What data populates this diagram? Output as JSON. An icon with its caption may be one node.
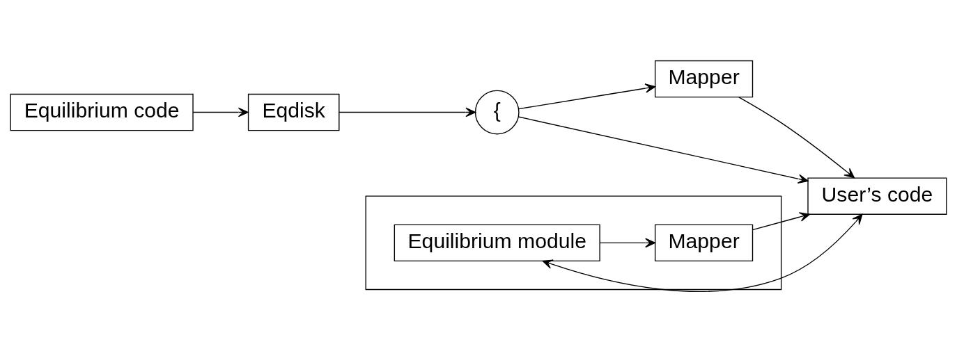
{
  "diagram": {
    "nodes": [
      {
        "text": [
          "Equilibrium code"
        ]
      },
      {
        "text": [
          "Eqdisk"
        ]
      },
      {
        "text": [
          "{"
        ]
      },
      {
        "text": [
          "Mapper"
        ]
      },
      {
        "text": [
          "User’s code"
        ]
      },
      {
        "text": [],
        "shape": "box"
      },
      {
        "text": [
          "Equilibrium module"
        ],
        "in": 5
      },
      {
        "text": [
          "Mapper"
        ],
        "in": 5
      }
    ],
    "edges": [
      {
        "from": 0,
        "to": 1,
        "arrow": "to"
      },
      {
        "from": 1,
        "to": 2,
        "arrow": "to"
      },
      {
        "from": 2,
        "to": 3,
        "arrow": "to"
      },
      {
        "from": 2,
        "to": 4,
        "arrow": "to"
      },
      {
        "from": 3,
        "to": 4,
        "arrow": "to"
      },
      {
        "from": 6,
        "to": 4,
        "arrow": "both"
      },
      {
        "from": 6,
        "to": 7,
        "arrow": "to"
      },
      {
        "from": 7,
        "to": 4,
        "arrow": "to"
      }
    ]
  }
}
